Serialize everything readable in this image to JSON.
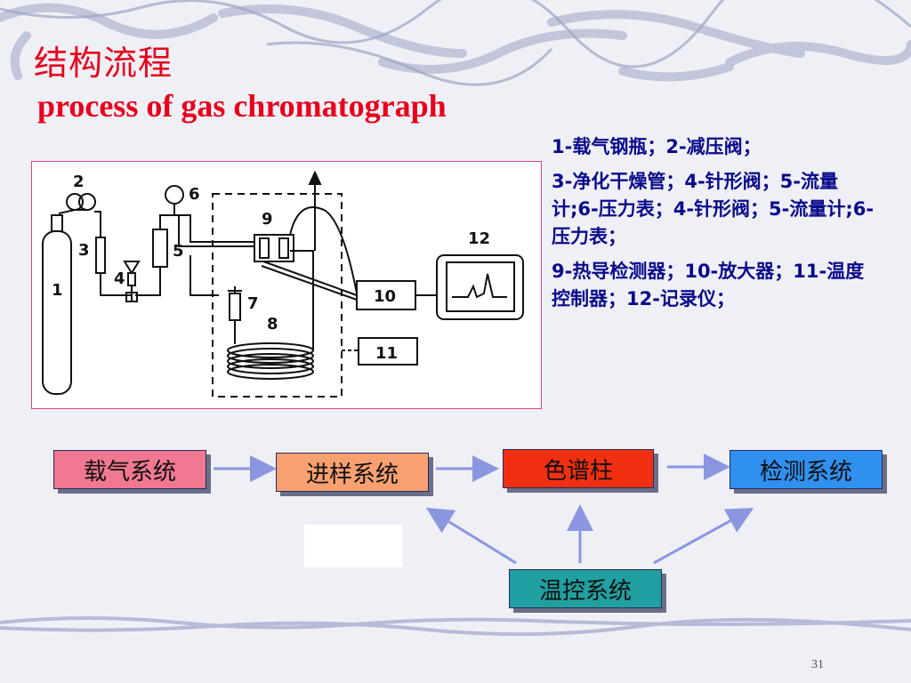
{
  "slide": {
    "title_cn": "结构流程",
    "title_en": "process of gas chromatograph",
    "page_number": "31"
  },
  "diagram": {
    "labels": [
      "1",
      "2",
      "3",
      "4",
      "5",
      "6",
      "7",
      "8",
      "9",
      "10",
      "11",
      "12"
    ]
  },
  "legend": {
    "paragraphs": [
      "1-载气钢瓶；2-减压阀；",
      "3-净化干燥管；4-针形阀；5-流量计;6-压力表；4-针形阀；5-流量计;6-压力表；",
      "9-热导检测器；10-放大器；11-温度控制器；12-记录仪；"
    ]
  },
  "flow": {
    "carrier_gas": "载气系统",
    "injection": "进样系统",
    "column": "色谱柱",
    "detection": "检测系统",
    "temperature": "温控系统",
    "colors": {
      "carrier_gas": "#f07890",
      "injection": "#f8a070",
      "column": "#f03010",
      "detection": "#3090f0",
      "temperature": "#20a0a0",
      "arrow": "#8c96e0"
    }
  }
}
